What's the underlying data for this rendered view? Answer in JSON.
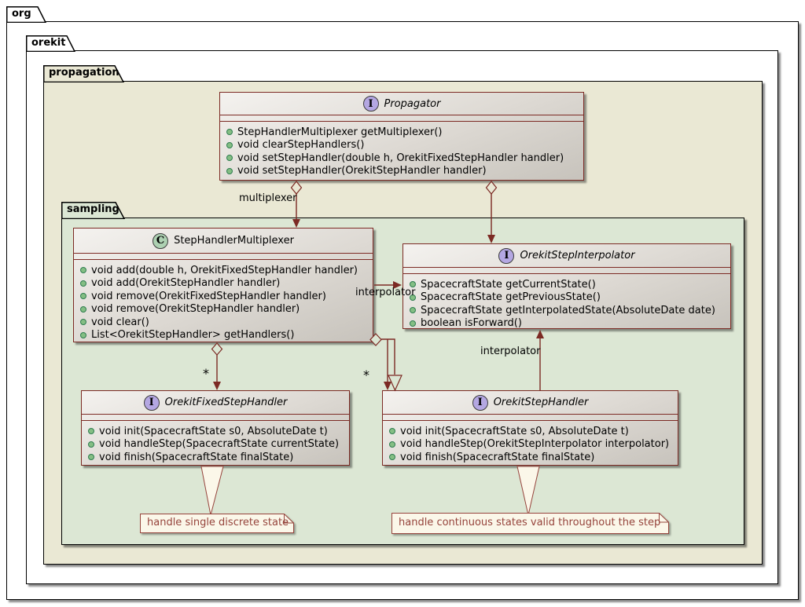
{
  "packages": {
    "l0": "org",
    "l1": "orekit",
    "l2": "propagation",
    "l3": "sampling"
  },
  "classes": {
    "propagator": {
      "icon": "I",
      "name": "Propagator",
      "methods": [
        "StepHandlerMultiplexer getMultiplexer()",
        "void clearStepHandlers()",
        "void setStepHandler(double h, OrekitFixedStepHandler handler)",
        "void setStepHandler(OrekitStepHandler handler)"
      ]
    },
    "multiplexer": {
      "icon": "C",
      "name": "StepHandlerMultiplexer",
      "methods": [
        "void add(double h, OrekitFixedStepHandler handler)",
        "void add(OrekitStepHandler handler)",
        "void remove(OrekitFixedStepHandler handler)",
        "void remove(OrekitStepHandler handler)",
        "void clear()",
        "List<OrekitStepHandler> getHandlers()"
      ]
    },
    "interpolator": {
      "icon": "I",
      "name": "OrekitStepInterpolator",
      "methods": [
        "SpacecraftState getCurrentState()",
        "SpacecraftState getPreviousState()",
        "SpacecraftState getInterpolatedState(AbsoluteDate date)",
        "boolean isForward()"
      ]
    },
    "fixed_handler": {
      "icon": "I",
      "name": "OrekitFixedStepHandler",
      "methods": [
        "void init(SpacecraftState s0, AbsoluteDate t)",
        "void handleStep(SpacecraftState currentState)",
        "void finish(SpacecraftState finalState)"
      ]
    },
    "step_handler": {
      "icon": "I",
      "name": "OrekitStepHandler",
      "methods": [
        "void init(SpacecraftState s0, AbsoluteDate t)",
        "void handleStep(OrekitStepInterpolator interpolator)",
        "void finish(SpacecraftState finalState)"
      ]
    }
  },
  "edge_labels": {
    "multiplexer": "multiplexer",
    "interpolator_h": "interpolator",
    "interpolator_v": "interpolator",
    "many_left": "*",
    "many_right": "*"
  },
  "notes": {
    "fixed": "handle single discrete state",
    "continuous": "handle continuous states valid throughout the step"
  },
  "colors": {
    "line": "#7C2A24",
    "package_beige": "#EAE8D4",
    "package_green": "#DCE7D4",
    "interface_icon": "#B4A7E2",
    "class_icon": "#ADD1B2",
    "method_bullet": "#84BE84",
    "note_text": "#96443C"
  }
}
